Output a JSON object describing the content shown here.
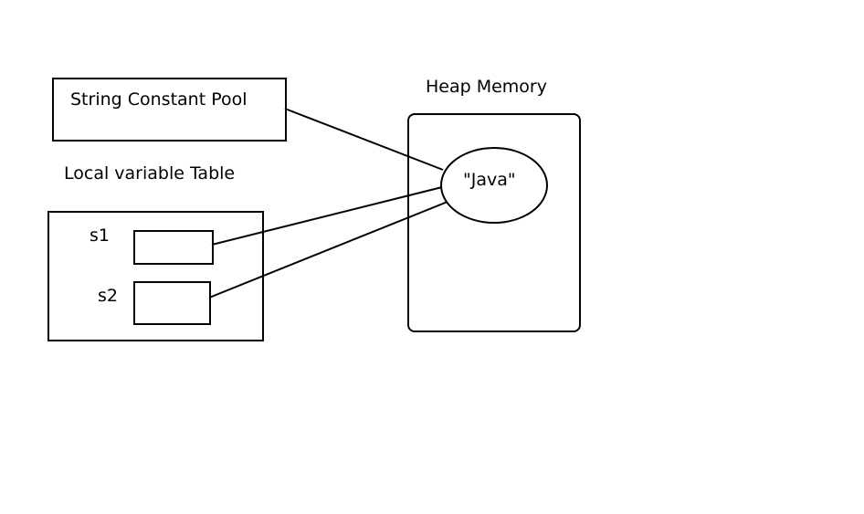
{
  "string_pool": {
    "label": "String Constant Pool"
  },
  "local_table": {
    "title": "Local variable Table",
    "vars": [
      {
        "name": "s1"
      },
      {
        "name": "s2"
      }
    ]
  },
  "heap": {
    "title": "Heap Memory",
    "object_value": "\"Java\""
  },
  "colors": {
    "stroke": "#000000",
    "background": "#ffffff"
  }
}
